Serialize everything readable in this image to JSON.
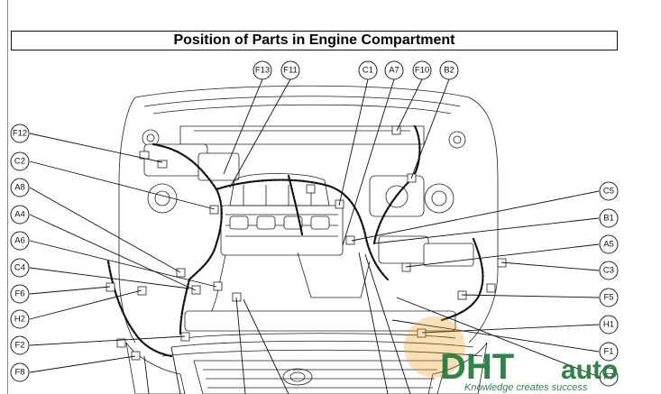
{
  "title": "Position of Parts in Engine Compartment",
  "callouts": {
    "top": [
      "F13",
      "F11",
      "C1",
      "A7",
      "F10",
      "B2"
    ],
    "left": [
      "F12",
      "C2",
      "A8",
      "A4",
      "A6",
      "C4",
      "F6",
      "H2",
      "F2",
      "F8"
    ],
    "right": [
      "C5",
      "B1",
      "A5",
      "C3",
      "F5",
      "H1",
      "F1",
      "F7"
    ]
  },
  "watermark": {
    "brand_main": "DHT",
    "brand_suffix": "auto",
    "tagline": "Knowledge creates success",
    "colors": {
      "orange": "#f0a020",
      "green": "#1e7a3a"
    }
  }
}
